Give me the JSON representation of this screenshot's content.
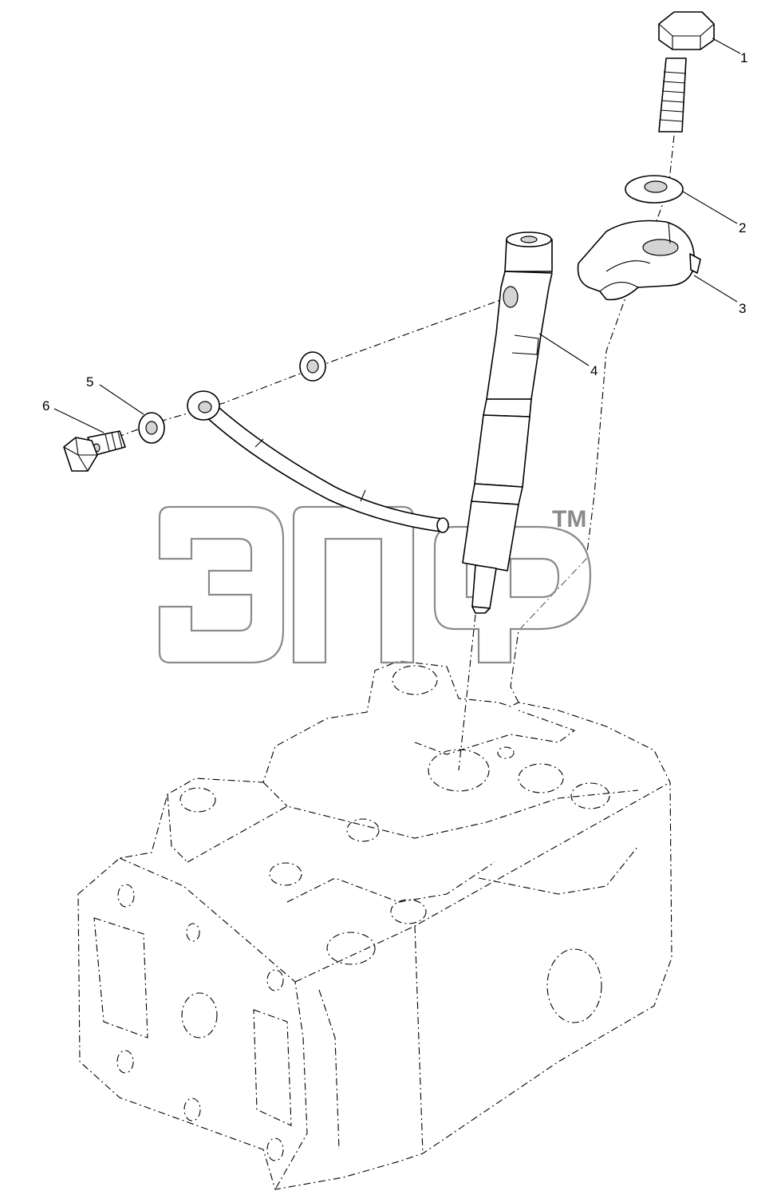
{
  "callouts": [
    {
      "number": "1",
      "part": "bolt"
    },
    {
      "number": "2",
      "part": "washer"
    },
    {
      "number": "3",
      "part": "clamp"
    },
    {
      "number": "4",
      "part": "injector"
    },
    {
      "number": "5",
      "part": "sealing-washer"
    },
    {
      "number": "6",
      "part": "banjo-bolt"
    }
  ],
  "watermark": {
    "trademark": "TM"
  },
  "colors": {
    "line": "#000000",
    "watermark": "#8a8a8a",
    "background": "#ffffff"
  }
}
